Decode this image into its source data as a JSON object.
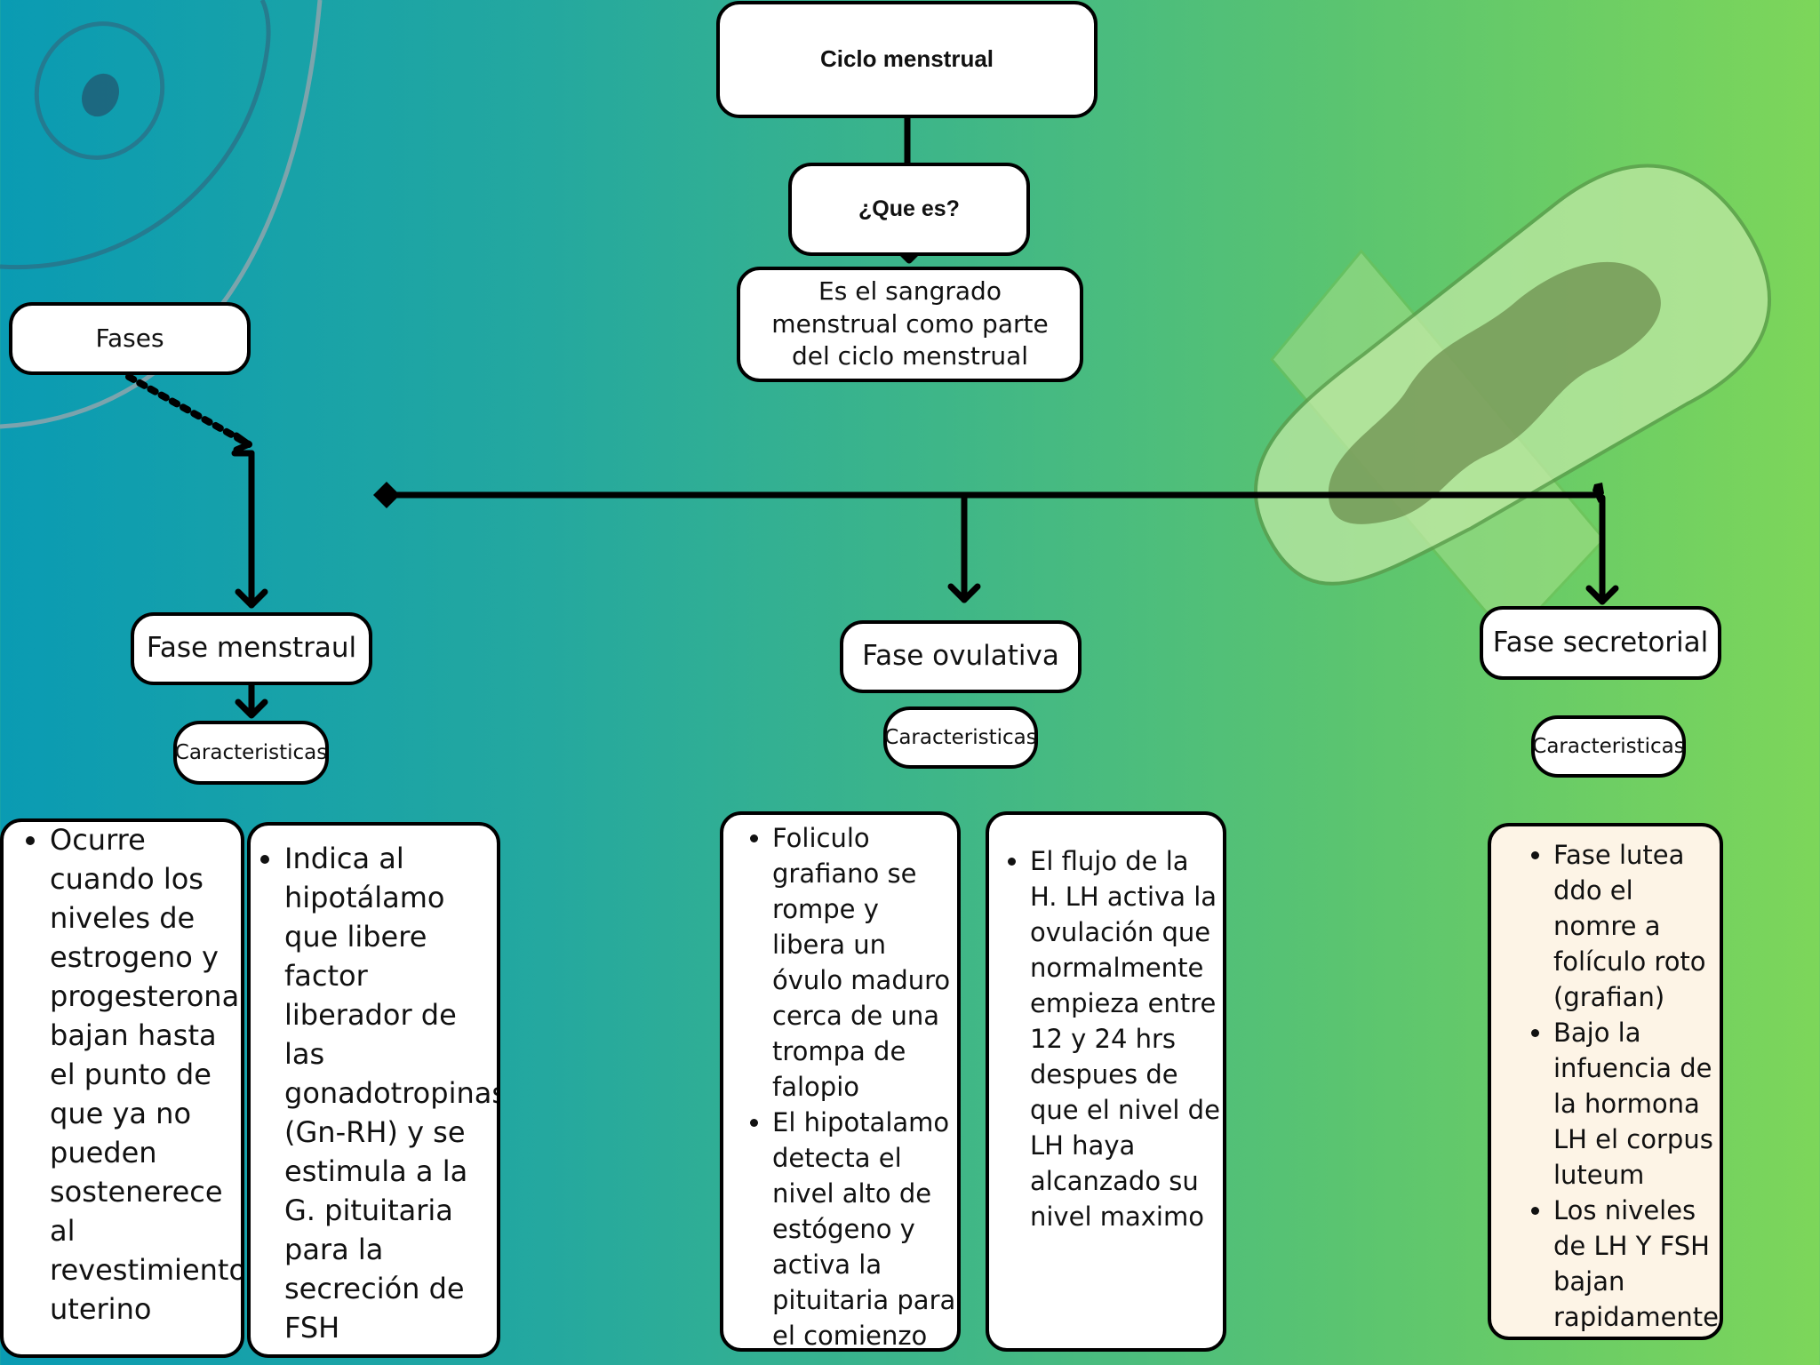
{
  "title": "Ciclo  menstrual",
  "question": "¿Que es?",
  "definition": "Es el sangrado menstrual como parte del ciclo menstrual",
  "fases_label": "Fases",
  "phases": {
    "menstrual": {
      "label": "Fase menstraul",
      "characteristics_label": "Caracteristicas",
      "card1_items": [
        "Ocurre cuando los niveles de estrogeno y progesterona bajan hasta el punto de que ya no pueden sostenerece al revestimiento uterino"
      ],
      "card2_items": [
        "Indica al hipotálamo que libere factor liberador de las gonadotropinas (Gn-RH) y se estimula a la G. pituitaria para la secreción de FSH"
      ]
    },
    "ovulativa": {
      "label": "Fase ovulativa",
      "characteristics_label": "Caracteristicas",
      "card1_items": [
        "Foliculo grafiano  se rompe y libera un óvulo maduro cerca de una trompa de falopio",
        "El hipotalamo detecta el nivel alto de estógeno y activa la pituitaria para el comienzo de FSH Y LH"
      ],
      "card2_items": [
        "El flujo de la H. LH activa la ovulación que normalmente empieza entre 12 y 24 hrs despues de que el nivel de LH haya alcanzado su nivel maximo"
      ]
    },
    "secretorial": {
      "label": "Fase secretorial",
      "characteristics_label": "Caracteristicas",
      "card1_items": [
        "Fase lutea ddo el nomre a folículo roto (grafian)",
        "Bajo la infuencia de la hormona LH el corpus luteum",
        "Los niveles de LH Y FSH bajan rapidamente"
      ]
    }
  },
  "colors": {
    "gradient_left": "#0a9bb3",
    "gradient_right": "#7dd65a",
    "box_fill": "#ffffff",
    "secretorial_card_fill": "#fdf4e6",
    "line": "#000000"
  }
}
